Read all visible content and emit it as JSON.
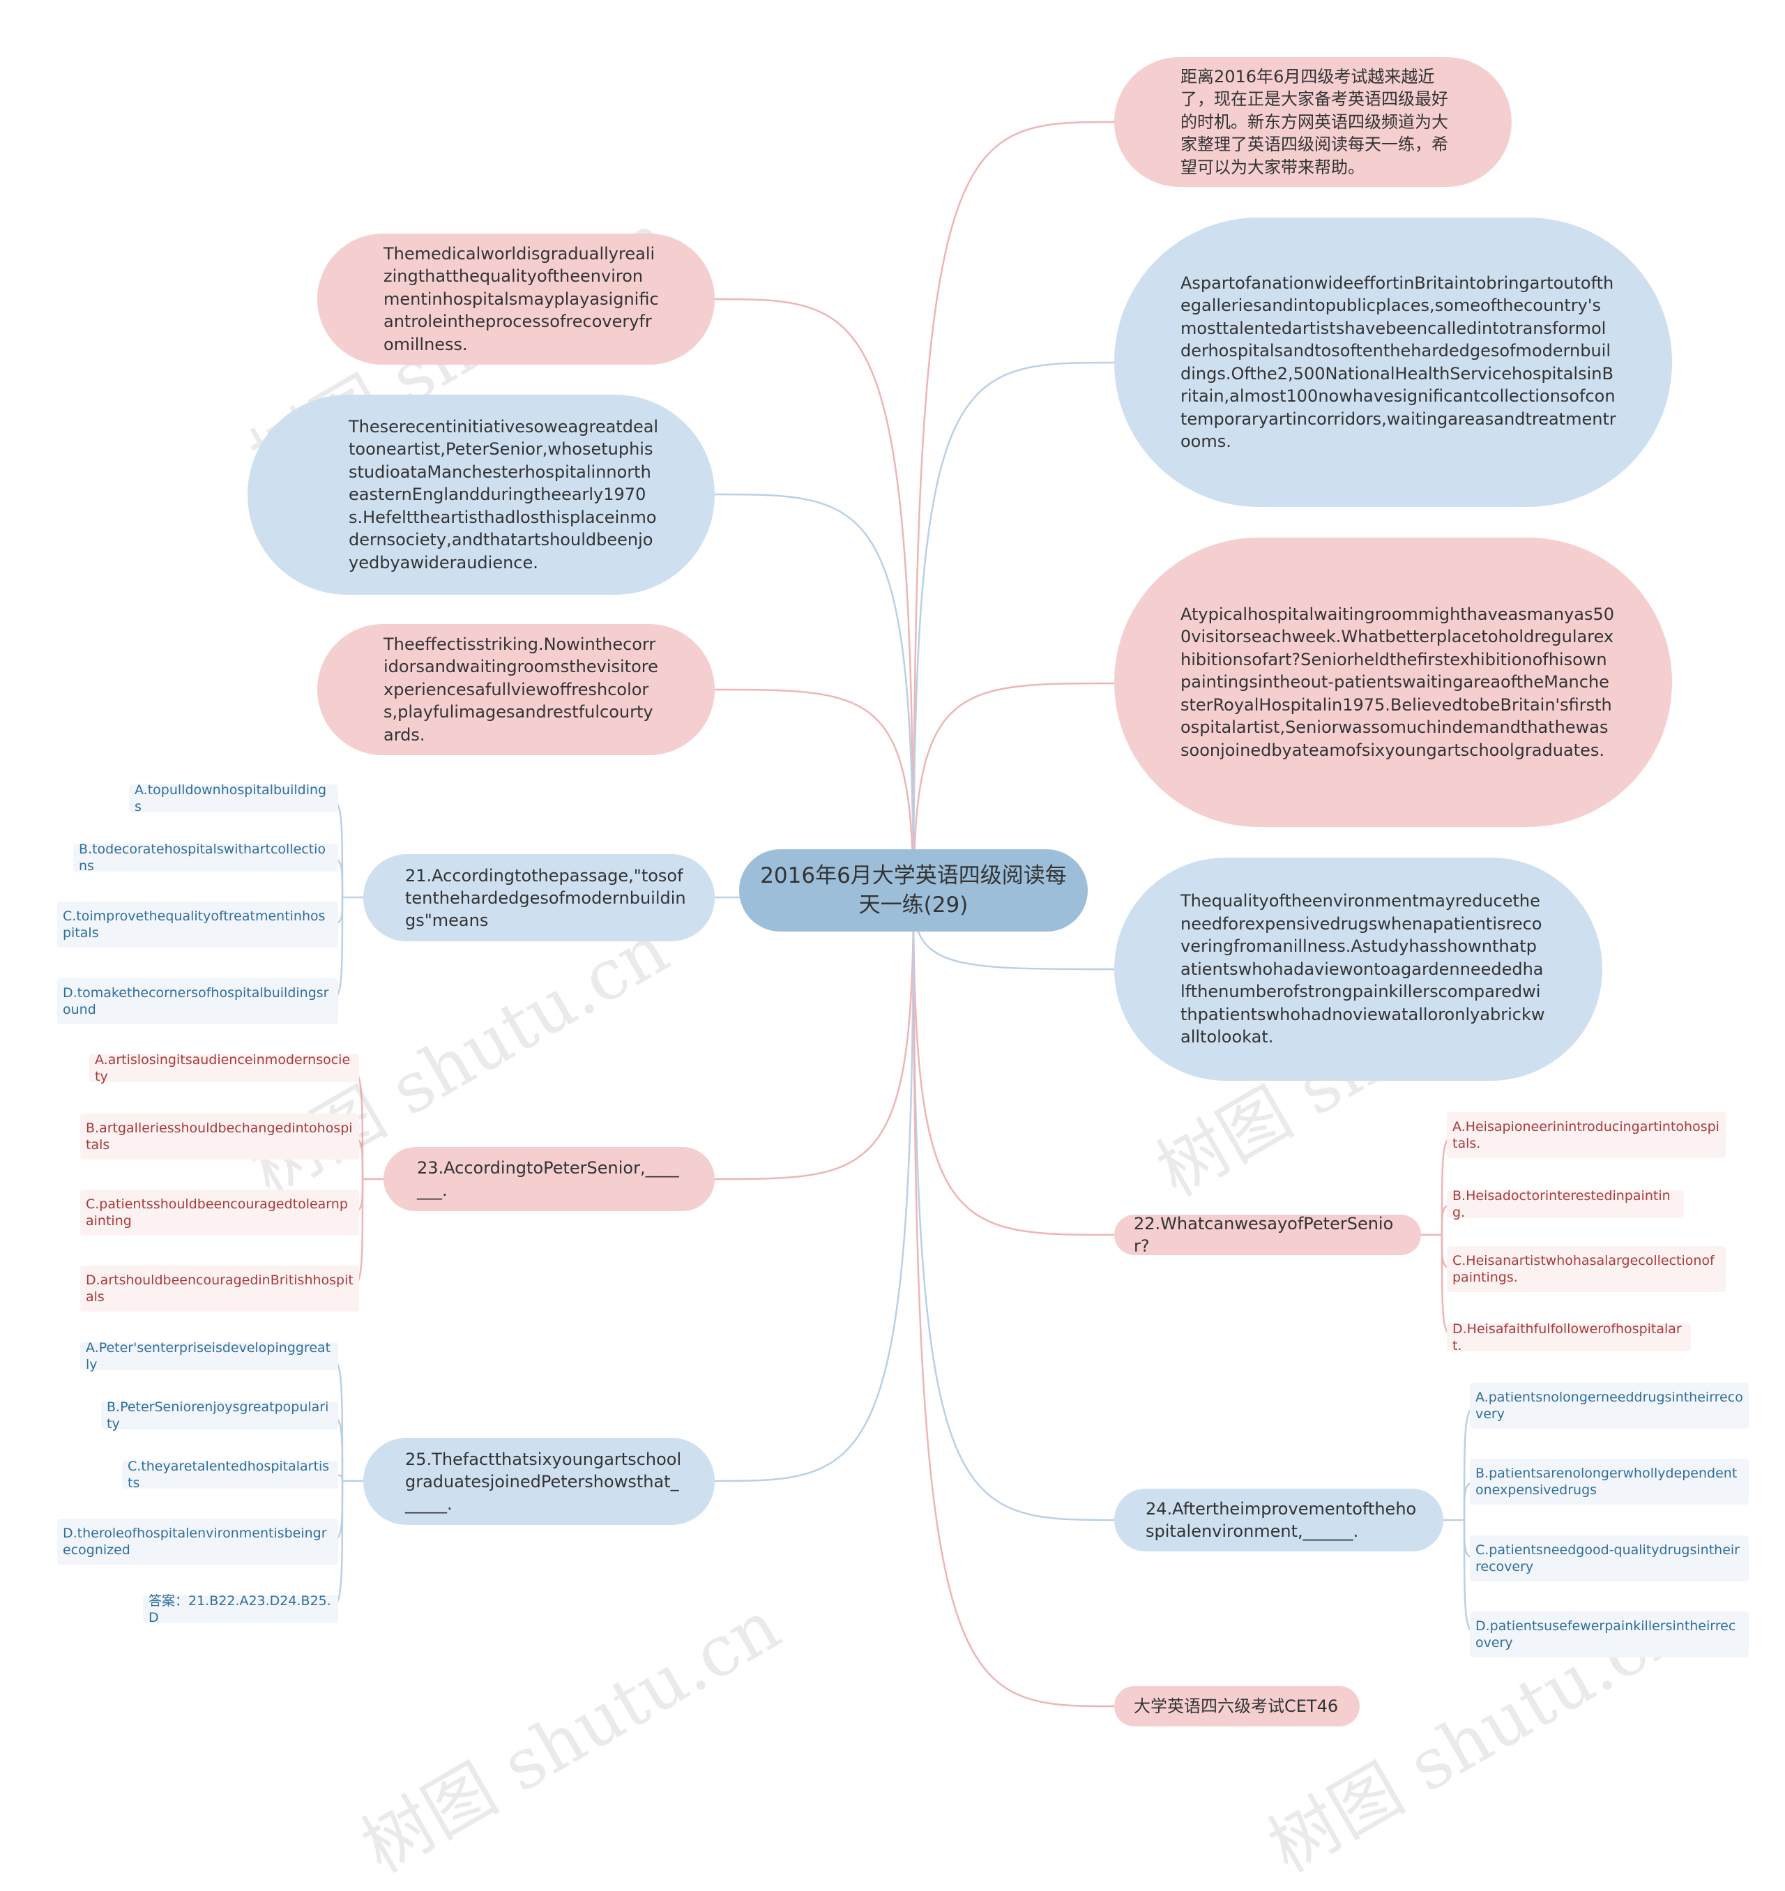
{
  "colors": {
    "pink_line": "#f0b4b4",
    "blue_line": "#b9d0e6",
    "center": "#9dbed9"
  },
  "center": "2016年6月大学英语四级阅读每天一练(29)",
  "right": {
    "intro": "距离2016年6月四级考试越来越近了，现在正是大家备考英语四级最好的时机。新东方网英语四级频道为大家整理了英语四级阅读每天一练，希望可以为大家带来帮助。",
    "para1": "AspartofanationwideeffortinBritaintobringartoutofthegalleriesandintopublicplaces,someofthecountry'smosttalentedartistshavebeencalledintotransformolderhospitalsandtosoftenthehardedgesofmodernbuildings.Ofthe2,500NationalHealthServicehospitalsinBritain,almost100nowhavesignificantcollectionsofcontemporaryartincorridors,waitingareasandtreatmentrooms.",
    "para2": "Atypicalhospitalwaitingroommighthaveasmanyas500visitorseachweek.Whatbetterplacetoholdregularexhibitionsofart?Seniorheldthefirstexhibitionofhisownpaintingsintheout-patientswaitingareaoftheManchesterRoyalHospitalin1975.BelievedtobeBritain'sfirsthospitalartist,Seniorwassomuchindemandthathewassoonjoinedbyateamofsixyoungartschoolgraduates.",
    "para3": "Thequalityoftheenvironmentmayreducetheneedforexpensivedrugswhenapatientisrecoveringfromanillness.Astudyhasshownthatpatientswhohadaviewontoagardenneededhalfthenumberofstrongpainkillerscomparedwithpatientswhohadnoviewatalloronlyabrickwalltolookat.",
    "q22": "22.WhatcanwesayofPeterSenior?",
    "q22_options": [
      "A.Heisapioneerinintroducingartintohospitals.",
      "B.Heisadoctorinterestedinpainting.",
      "C.Heisanartistwhohasalargecollectionofpaintings.",
      "D.Heisafaithfulfollowerofhospitalart."
    ],
    "q24": "24.Aftertheimprovementofthehospitalenvironment,______.",
    "q24_options": [
      "A.patientsnolongerneeddrugsintheirrecovery",
      "B.patientsarenolongerwhollydependentonexpensivedrugs",
      "C.patientsneedgood-qualitydrugsintheirrecovery",
      "D.patientsusefewerpainkillersintheirrecovery"
    ],
    "tag": "大学英语四六级考试CET46"
  },
  "left": {
    "para0": "Themedicalworldisgraduallyrealizingthatthequalityoftheenvironmentinhospitalsmayplayasignificantroleintheprocessofrecoveryfromillness.",
    "para4": "Theserecentinitiativesoweagreatdealtooneartist,PeterSenior,whosetuphisstudioataManchesterhospitalinnortheasternEnglandduringtheearly1970s.Hefelttheartisthadlosthisplaceinmodernsociety,andthatartshouldbeenjoyedbyawideraudience.",
    "para5": "Theeffectisstriking.Nowinthecorridorsandwaitingroomsthevisitorexperiencesafullviewoffreshcolors,playfulimagesandrestfulcourtyards.",
    "q21": "21.Accordingtothepassage,\"tosoftenthehardedgesofmodernbuildings\"means",
    "q21_options": [
      "A.topulldownhospitalbuildings",
      "B.todecoratehospitalswithartcollections",
      "C.toimprovethequalityoftreatmentinhospitals",
      "D.tomakethecornersofhospitalbuildingsround"
    ],
    "q23": "23.AccordingtoPeterSenior,_______.",
    "q23_options": [
      "A.artislosingitsaudienceinmodernsociety",
      "B.artgalleriesshouldbechangedintohospitals",
      "C.patientsshouldbeencouragedtolearnpainting",
      "D.artshouldbeencouragedinBritishhospitals"
    ],
    "q25": "25.ThefactthatsixyoungartschoolgraduatesjoinedPetershowsthat______.",
    "q25_options": [
      "A.Peter'senterpriseisdevelopinggreatly",
      "B.PeterSeniorenjoysgreatpopularity",
      "C.theyaretalentedhospitalartists",
      "D.theroleofhospitalenvironmentisbeingrecognized",
      "答案：21.B22.A23.D24.B25.D"
    ]
  },
  "watermark": "树图 shutu.cn"
}
